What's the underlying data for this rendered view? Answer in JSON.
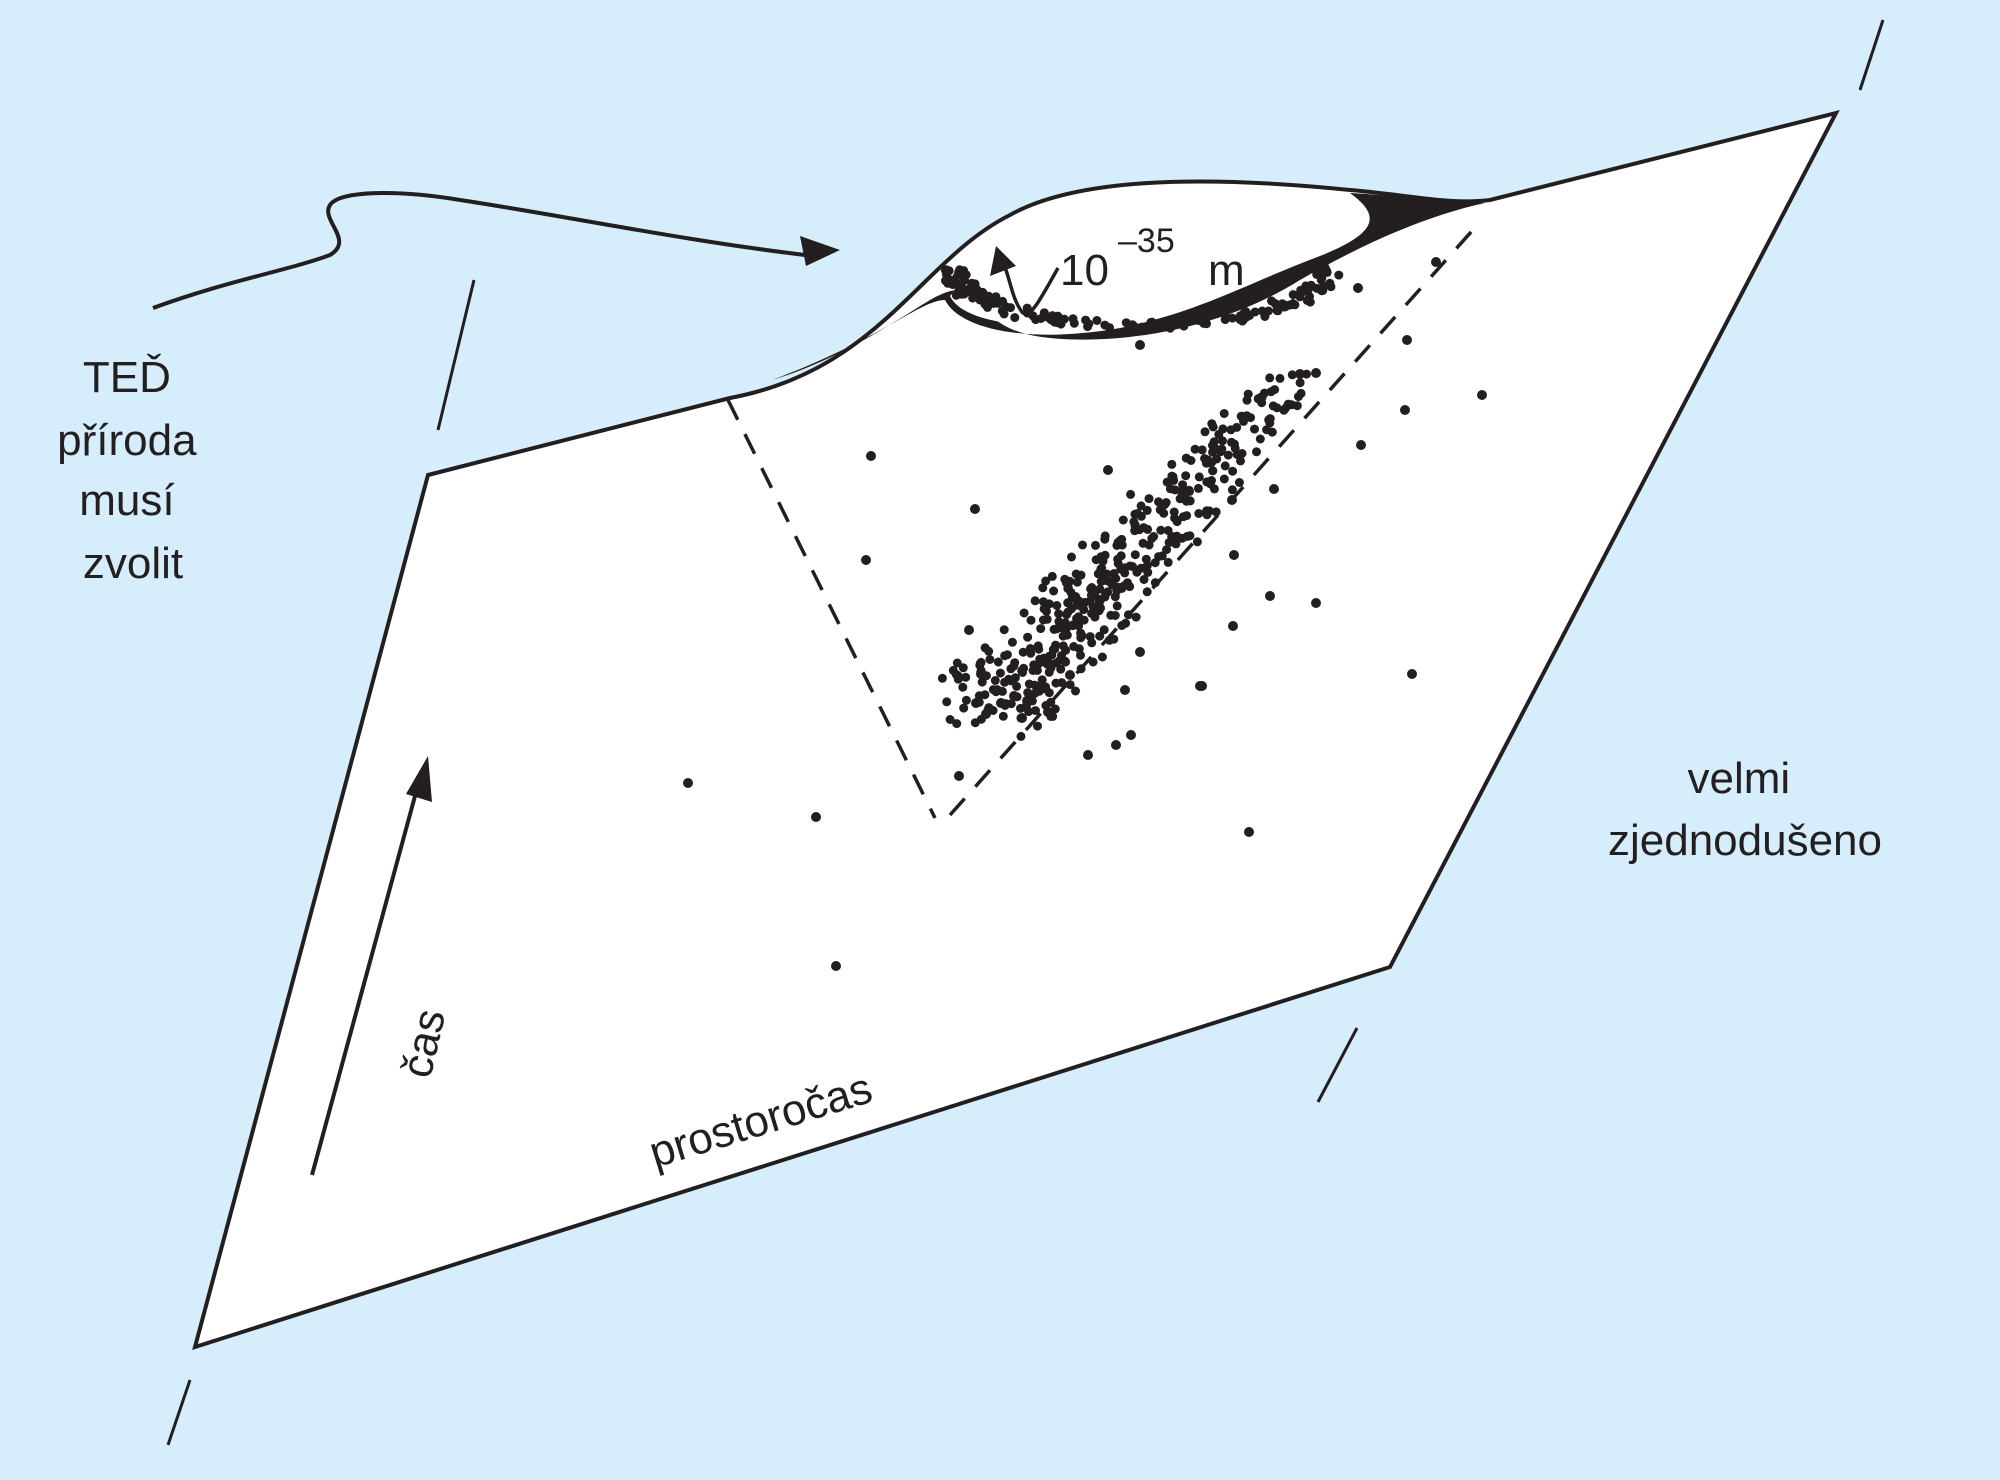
{
  "colors": {
    "background": "#d6edfb",
    "sheet": "#ffffff",
    "ink": "#231f20"
  },
  "labels": {
    "now": [
      "TEĎ",
      "příroda",
      "musí",
      "zvolit"
    ],
    "simplified": [
      "velmi",
      "zjednodušeno"
    ],
    "time": "čas",
    "spacetime": "prostoročas",
    "scale_base": "10",
    "scale_exponent": "–35",
    "scale_unit": "m"
  }
}
